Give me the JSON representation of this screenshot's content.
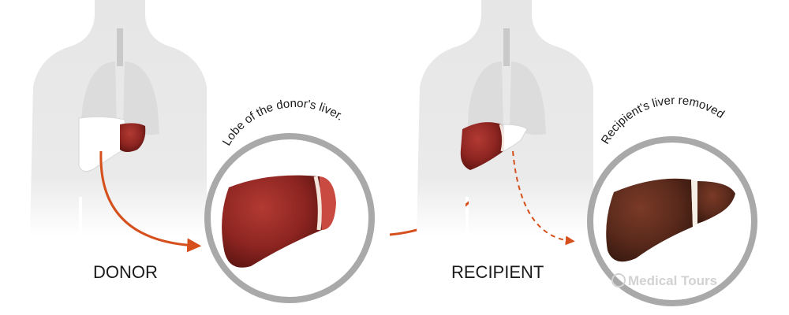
{
  "labels": {
    "donor": "DONOR",
    "recipient": "RECIPIENT",
    "donor_lobe_caption": "Lobe of the donor's liver.",
    "recipient_removed_caption": "Recipient's liver removed"
  },
  "watermark": {
    "text": "Medical Tours"
  },
  "colors": {
    "arrow": "#d5501c",
    "body": "#e8e8e8",
    "lung": "#d9d9d9",
    "liver_healthy": "#8e2521",
    "liver_diseased": "#5a2a1c",
    "circle_ring": "#a9a9a9"
  }
}
